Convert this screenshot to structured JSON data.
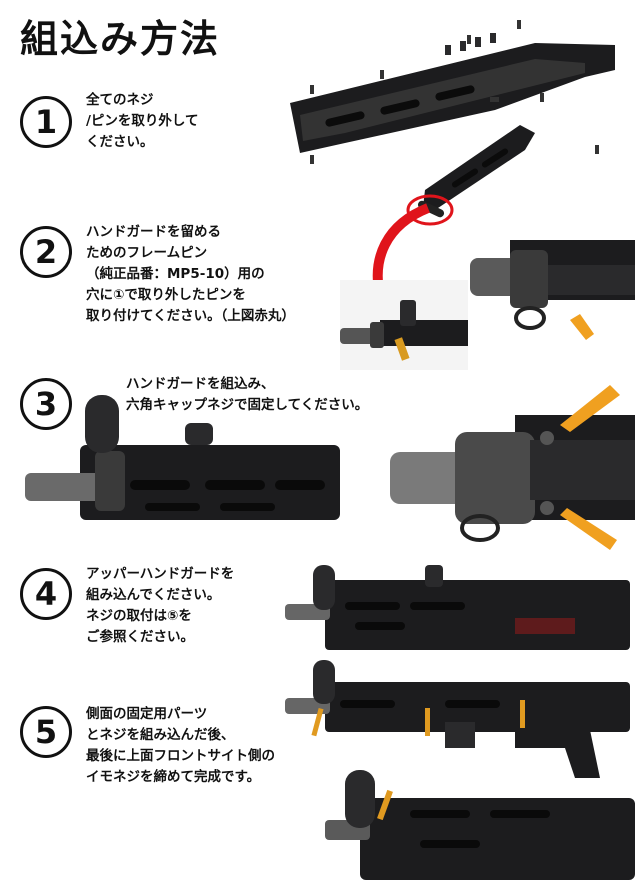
{
  "title": "組込み方法",
  "steps": [
    {
      "number": "1",
      "text": "全てのネジ\n/ピンを取り外して\nください。"
    },
    {
      "number": "2",
      "text": "ハンドガードを留める\nためのフレームピン\n（純正品番：MP5-10）用の\n穴に①で取り外したピンを\n取り付けてください。（上図赤丸）"
    },
    {
      "number": "3",
      "text": "ハンドガードを組込み、\n六角キャップネジで固定してください。"
    },
    {
      "number": "4",
      "text": "アッパーハンドガードを\n組み込んでください。\nネジの取付は⑤を\nご参照ください。"
    },
    {
      "number": "5",
      "text": "側面の固定用パーツ\nとネジを組み込んだ後、\n最後に上面フロントサイト側の\nイモネジを締めて完成です。"
    }
  ],
  "colors": {
    "highlight": "#e0141b",
    "arrow": "#f0a020",
    "metal": "#1c1c1e"
  }
}
